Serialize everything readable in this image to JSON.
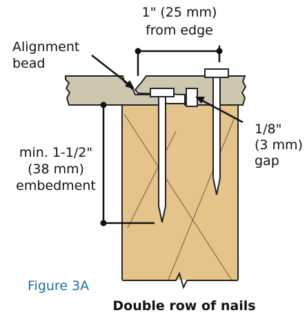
{
  "labels": {
    "edge_distance_line1": "1\" (25 mm)",
    "edge_distance_line2": "from edge",
    "alignment_line1": "Alignment",
    "alignment_line2": "bead",
    "embedment_line1": "min. 1-1/2\"",
    "embedment_line2": "(38 mm)",
    "embedment_line3": "embedment",
    "gap_line1": "1/8\"",
    "gap_line2": "(3 mm)",
    "gap_line3": "gap"
  },
  "figure_label": "Figure 3A",
  "caption": "Double row of nails",
  "colors": {
    "deck_board": "#cfc6b0",
    "joist": "#e5c48b",
    "nail_fill": "#ffffff",
    "outline": "#222222",
    "figure_label": "#1f6fa0"
  }
}
